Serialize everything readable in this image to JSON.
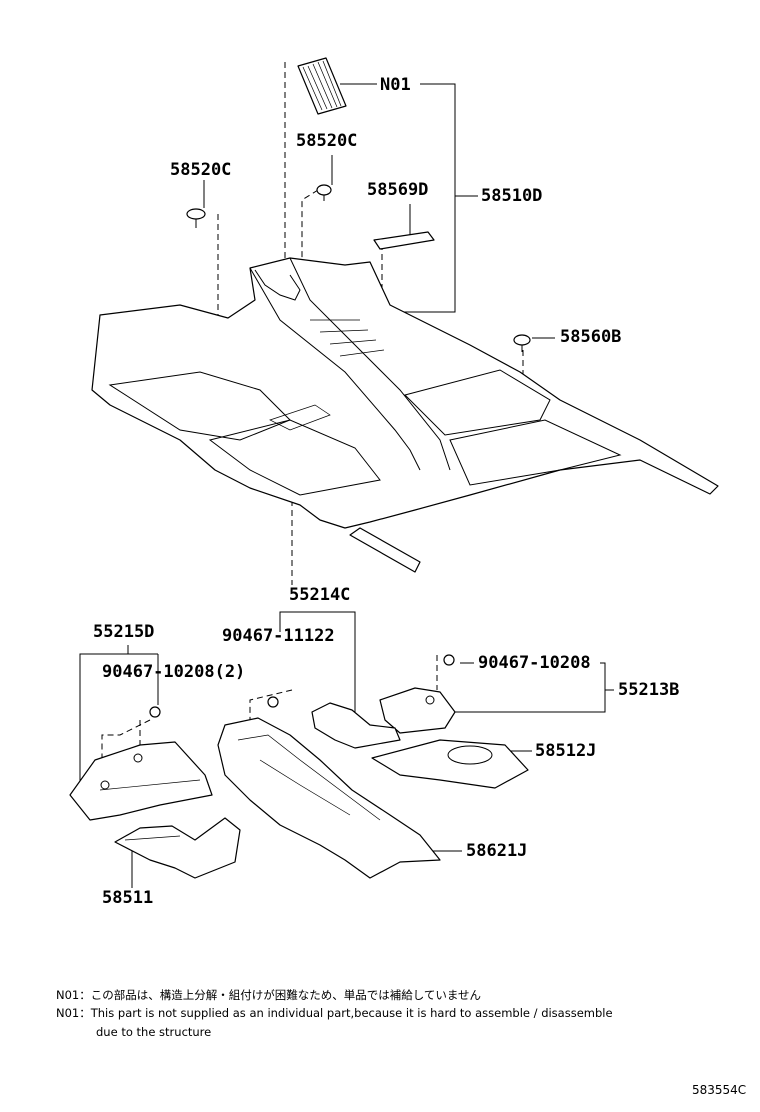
{
  "labels": {
    "n01": "N01",
    "p58520c_top": "58520C",
    "p58520c_left": "58520C",
    "p58569d": "58569D",
    "p58510d": "58510D",
    "p58560b": "58560B",
    "p55214c": "55214C",
    "p55215d": "55215D",
    "p90467_11122": "90467-11122",
    "p90467_10208_2": "90467-10208(2)",
    "p90467_10208": "90467-10208",
    "p55213b": "55213B",
    "p58512j": "58512J",
    "p58621j": "58621J",
    "p58511": "58511"
  },
  "notes": {
    "jp_line": "N01：この部品は、構造上分解・組付けが困難なため、単品では補給していません",
    "en_line1": "N01：This part is not supplied as an individual part,because it is hard to assemble / disassemble",
    "en_line2": "due to the structure"
  },
  "diagram_code": "583554C"
}
